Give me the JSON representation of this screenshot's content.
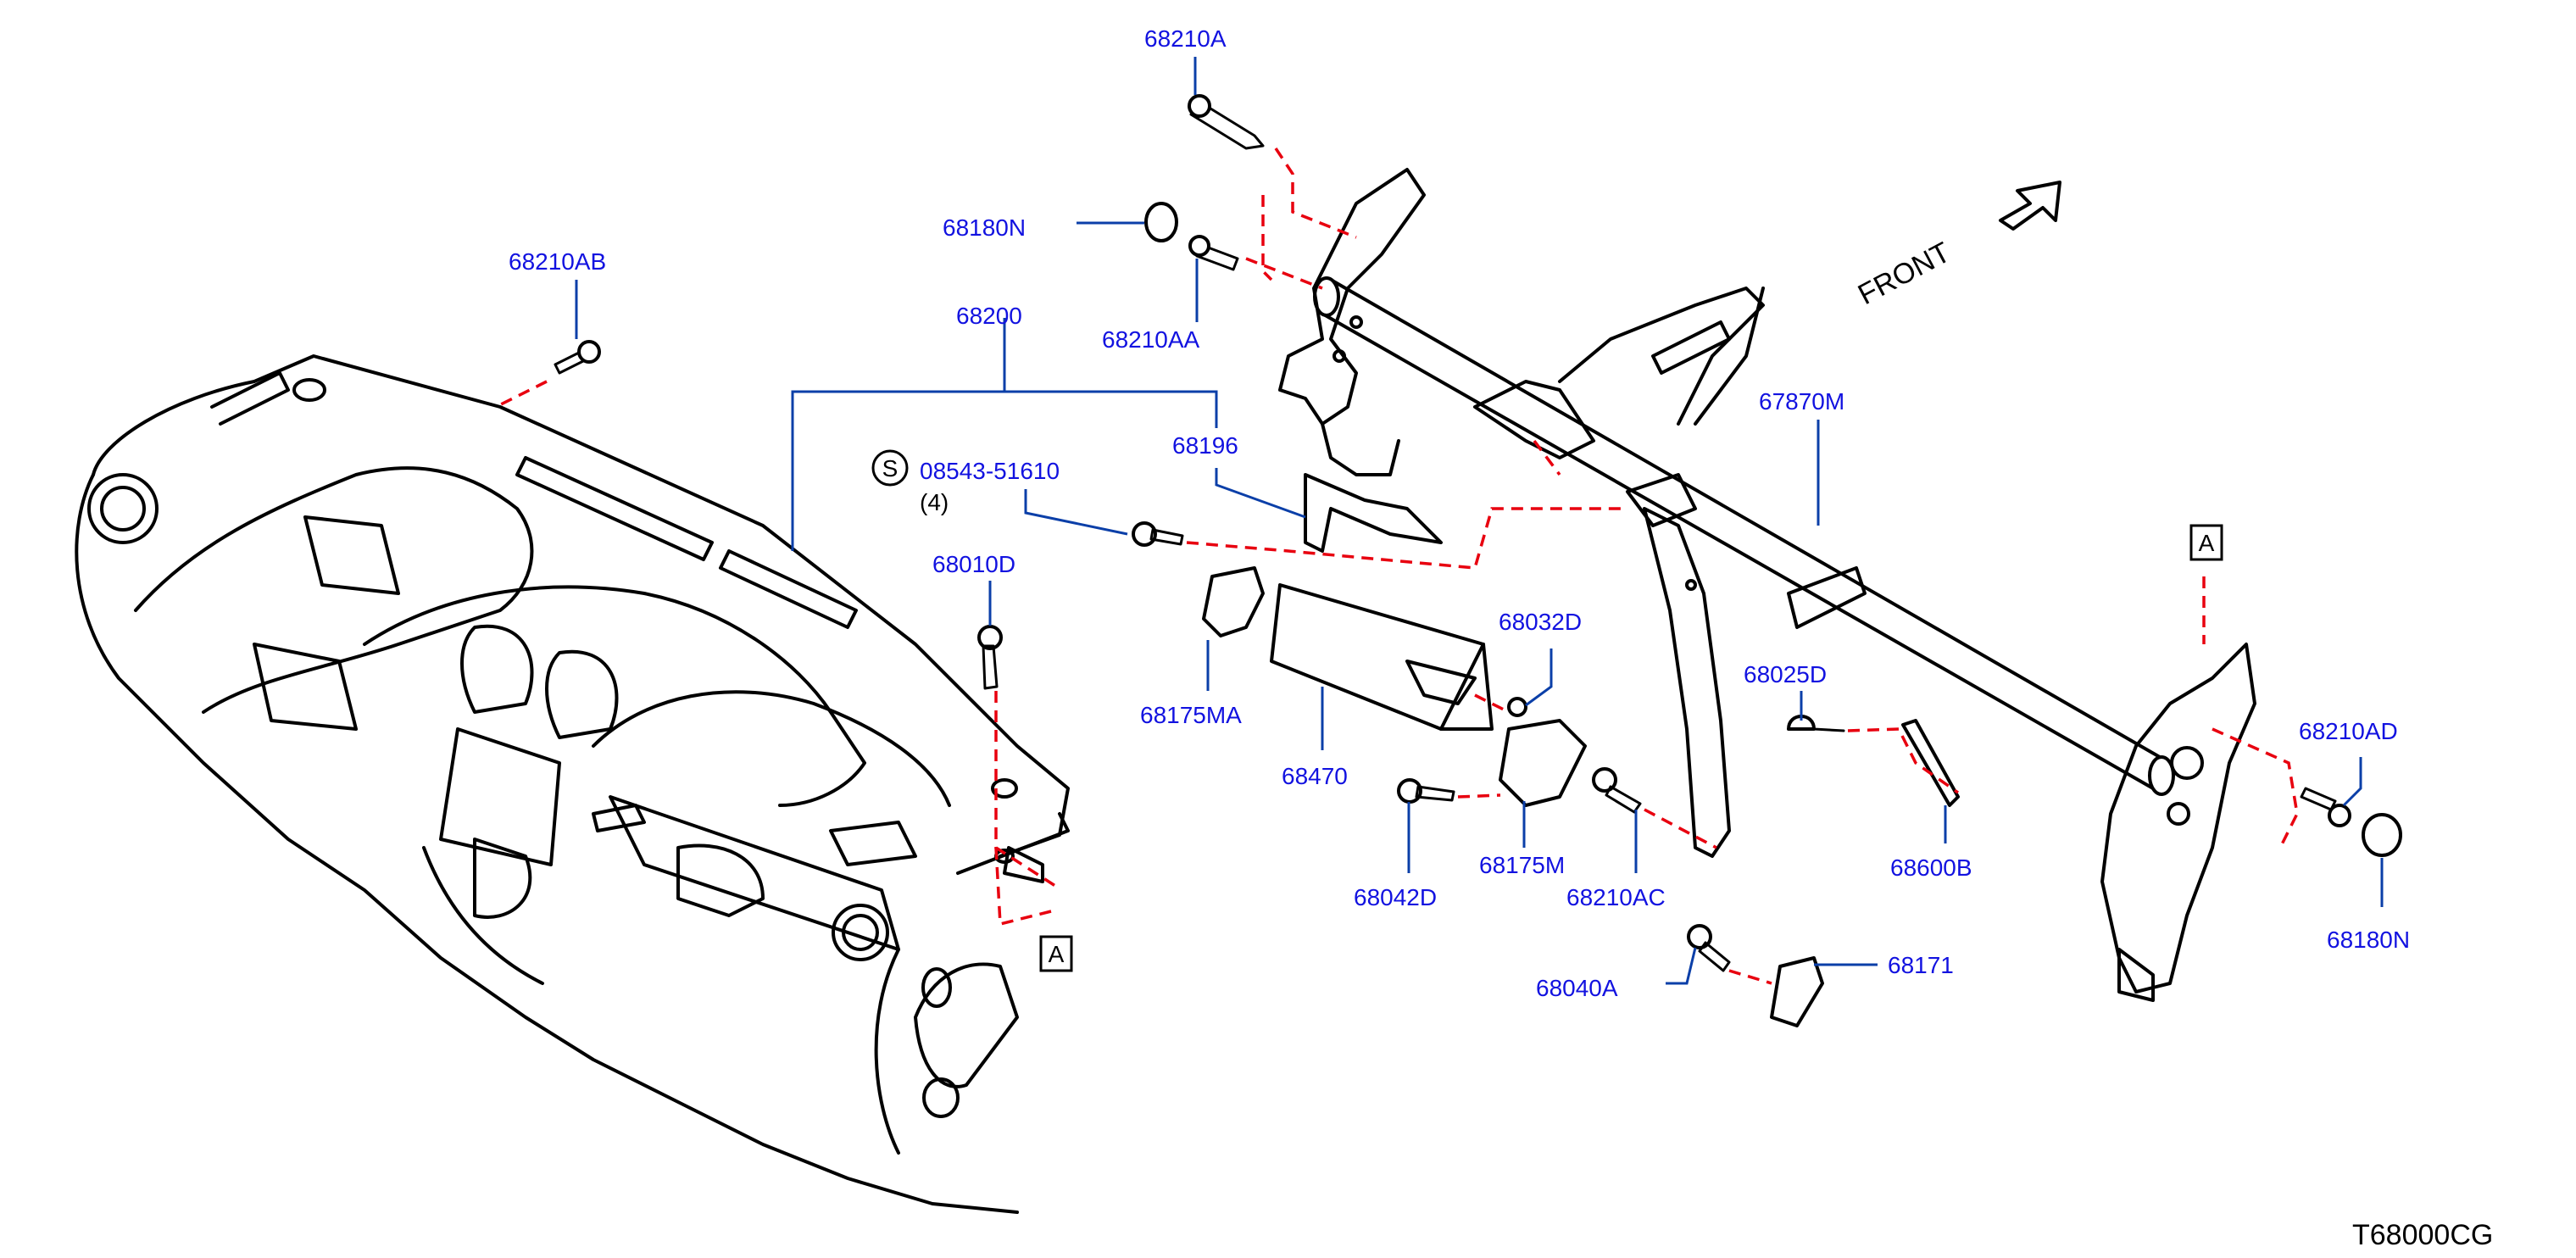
{
  "parts": {
    "p68210A": "68210A",
    "p68180N_top": "68180N",
    "p68210AA": "68210AA",
    "p68210AB": "68210AB",
    "p68200": "68200",
    "p68196": "68196",
    "service_symbol": "S",
    "p08543": "08543-51610",
    "qty": "(4)",
    "p68010D": "68010D",
    "p68175MA": "68175MA",
    "p68470": "68470",
    "p68032D": "68032D",
    "p68042D": "68042D",
    "p68175M": "68175M",
    "p68210AC": "68210AC",
    "p67870M": "67870M",
    "p68025D": "68025D",
    "p68600B": "68600B",
    "p68210AD": "68210AD",
    "p68180N_right": "68180N",
    "p68040A": "68040A",
    "p68171": "68171"
  },
  "ref_mark_a": "A",
  "front_label": "FRONT",
  "diagram_code": "T68000CG",
  "colors": {
    "callout_text": "#1212e0",
    "leader_line": "#0b3fa8",
    "fastener_dash": "#e8000f",
    "outline": "#000000"
  }
}
